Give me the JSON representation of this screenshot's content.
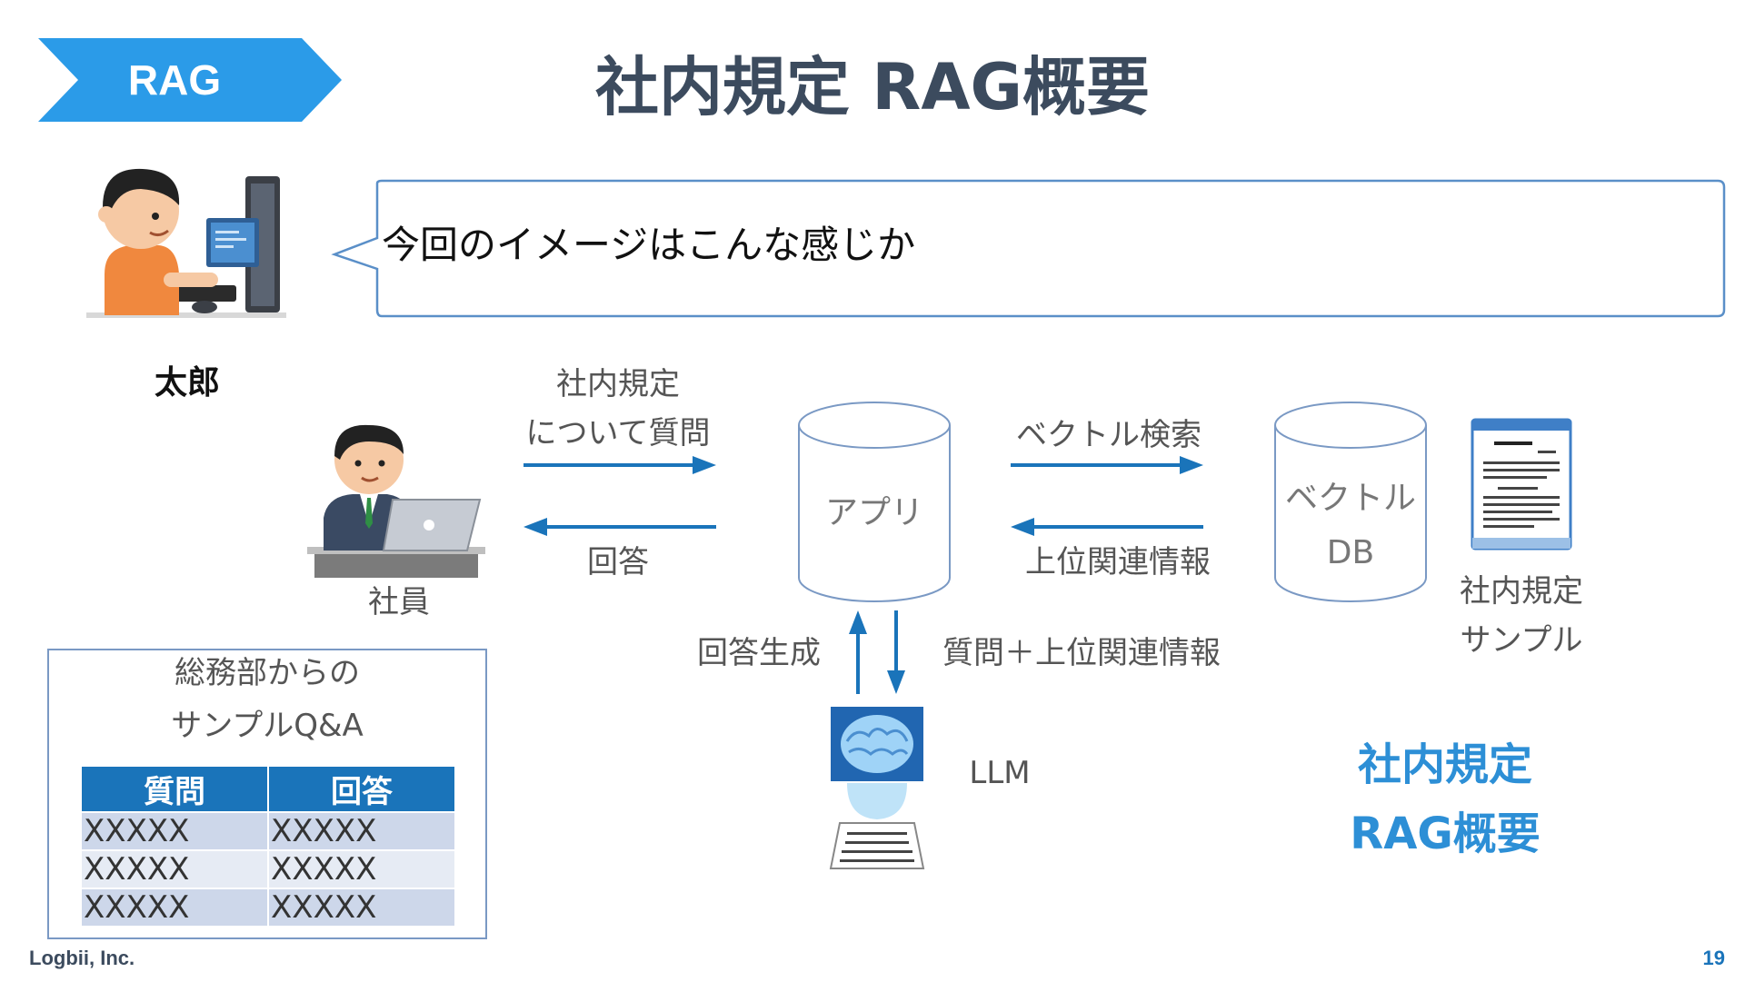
{
  "header": {
    "section_tag": "RAG",
    "title": "社内規定 RAG概要"
  },
  "speaker": {
    "name": "太郎",
    "speech": "今回のイメージはこんな感じか"
  },
  "diagram": {
    "employee_label": "社員",
    "question_label_line1": "社内規定",
    "question_label_line2": "について質問",
    "answer_label": "回答",
    "app_label": "アプリ",
    "vector_search_label": "ベクトル検索",
    "top_related_label": "上位関連情報",
    "vectordb_label_line1": "ベクトル",
    "vectordb_label_line2": "DB",
    "doc_label_line1": "社内規定",
    "doc_label_line2": "サンプル",
    "answer_gen_label": "回答生成",
    "question_plus_label": "質問＋上位関連情報",
    "llm_label": "LLM"
  },
  "qa_sample": {
    "title_line1": "総務部からの",
    "title_line2": "サンプルQ&A",
    "headers": [
      "質問",
      "回答"
    ],
    "rows": [
      [
        "XXXXX",
        "XXXXX"
      ],
      [
        "XXXXX",
        "XXXXX"
      ],
      [
        "XXXXX",
        "XXXXX"
      ]
    ]
  },
  "summary": {
    "line1": "社内規定",
    "line2": "RAG概要"
  },
  "footer": {
    "company": "Logbii, Inc.",
    "page_number": "19"
  },
  "colors": {
    "accent_blue": "#1a74ba",
    "tag_blue": "#2b9be8",
    "title_gray": "#3c4b5e",
    "summary_blue": "#2d8fd6"
  }
}
